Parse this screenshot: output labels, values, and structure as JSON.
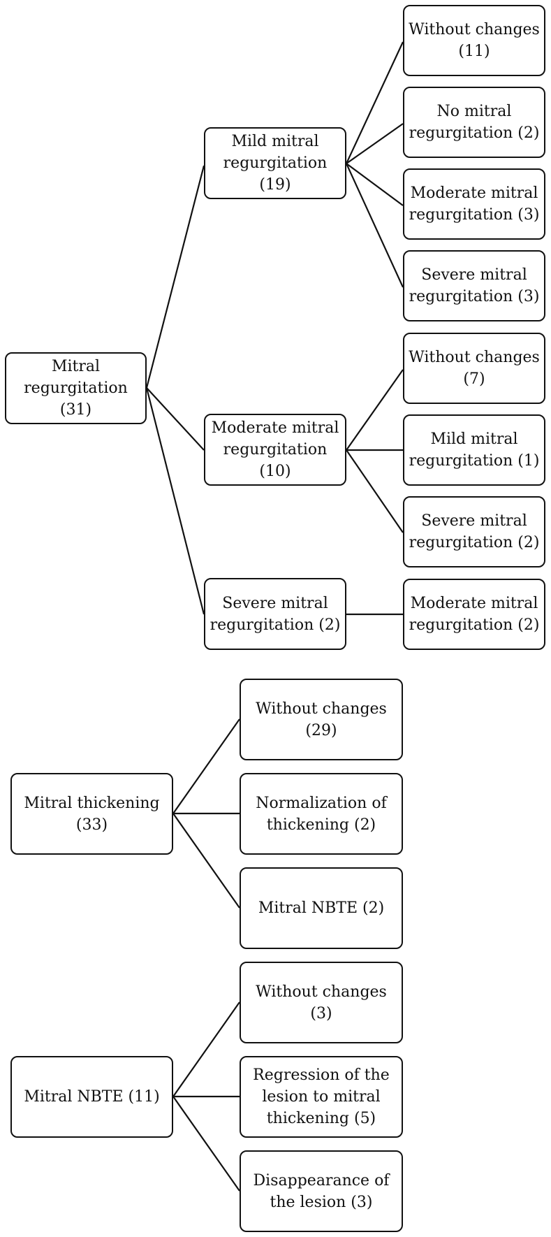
{
  "colors": {
    "stroke": "#111111",
    "background": "#ffffff",
    "text": "#111111"
  },
  "trees": [
    {
      "root": {
        "lines": [
          "Mitral",
          "regurgitation (31)"
        ]
      },
      "branches": [
        {
          "lines": [
            "Mild mitral",
            "regurgitation (19)"
          ],
          "outcomes": [
            {
              "lines": [
                "Without changes",
                "(11)"
              ]
            },
            {
              "lines": [
                "No mitral",
                "regurgitation (2)"
              ]
            },
            {
              "lines": [
                "Moderate mitral",
                "regurgitation (3)"
              ]
            },
            {
              "lines": [
                "Severe mitral",
                "regurgitation (3)"
              ]
            }
          ]
        },
        {
          "lines": [
            "Moderate mitral",
            "regurgitation (10)"
          ],
          "outcomes": [
            {
              "lines": [
                "Without changes",
                "(7)"
              ]
            },
            {
              "lines": [
                "Mild mitral",
                "regurgitation (1)"
              ]
            },
            {
              "lines": [
                "Severe mitral",
                "regurgitation (2)"
              ]
            }
          ]
        },
        {
          "lines": [
            "Severe mitral",
            "regurgitation (2)"
          ],
          "outcomes": [
            {
              "lines": [
                "Moderate mitral",
                "regurgitation (2)"
              ]
            }
          ]
        }
      ]
    },
    {
      "root": {
        "lines": [
          "Mitral thickening",
          "(33)"
        ]
      },
      "outcomes": [
        {
          "lines": [
            "Without changes",
            "(29)"
          ]
        },
        {
          "lines": [
            "Normalization of",
            "thickening (2)"
          ]
        },
        {
          "lines": [
            "Mitral NBTE (2)"
          ]
        }
      ]
    },
    {
      "root": {
        "lines": [
          "Mitral NBTE (11)"
        ]
      },
      "outcomes": [
        {
          "lines": [
            "Without changes (3)"
          ]
        },
        {
          "lines": [
            "Regression of the",
            "lesion to mitral",
            "thickening (5)"
          ]
        },
        {
          "lines": [
            "Disappearance of",
            "the lesion (3)"
          ]
        }
      ]
    }
  ]
}
